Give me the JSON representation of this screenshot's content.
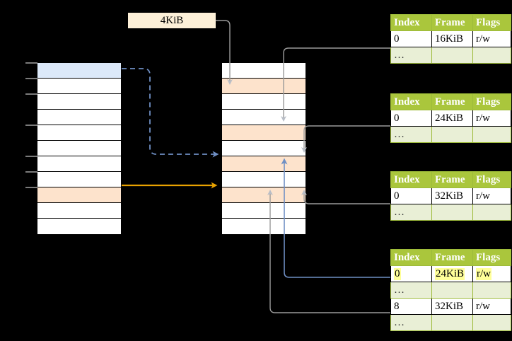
{
  "diagram": {
    "title_label": "4KiB",
    "colors": {
      "background": "#000000",
      "header_green": "#aac63c",
      "row_light_green": "#e9efd6",
      "highlight_yellow": "#ffff99",
      "label_cream": "#fdf0d8",
      "row_blue": "#dce9f9",
      "row_orange": "#fde3cc",
      "arrow_gray": "#b9bec7",
      "arrow_blue": "#6f8fc4",
      "arrow_orange": "#e8a200",
      "wire_gray": "#9a9a9a"
    },
    "left_column": {
      "name": "virtual-address-space",
      "row_count": 11,
      "rows": [
        {
          "fill": "blue"
        },
        {
          "fill": "white"
        },
        {
          "fill": "white"
        },
        {
          "fill": "white"
        },
        {
          "fill": "white"
        },
        {
          "fill": "white"
        },
        {
          "fill": "white"
        },
        {
          "fill": "white"
        },
        {
          "fill": "orange"
        },
        {
          "fill": "white"
        },
        {
          "fill": "white"
        }
      ]
    },
    "middle_column": {
      "name": "physical-memory",
      "row_count": 11,
      "rows": [
        {
          "fill": "white"
        },
        {
          "fill": "orange"
        },
        {
          "fill": "white"
        },
        {
          "fill": "white"
        },
        {
          "fill": "orange"
        },
        {
          "fill": "white"
        },
        {
          "fill": "orange"
        },
        {
          "fill": "white"
        },
        {
          "fill": "orange"
        },
        {
          "fill": "white"
        },
        {
          "fill": "white"
        }
      ]
    },
    "tables": [
      {
        "name": "page-table-level-1",
        "headers": [
          "Index",
          "Frame",
          "Flags"
        ],
        "rows": [
          {
            "cells": [
              "0",
              "16KiB",
              "r/w"
            ],
            "highlight": [
              false,
              false,
              false
            ],
            "ellipsis": false
          },
          {
            "cells": [
              "…",
              "",
              ""
            ],
            "highlight": [
              false,
              false,
              false
            ],
            "ellipsis": true
          }
        ]
      },
      {
        "name": "page-table-level-2",
        "headers": [
          "Index",
          "Frame",
          "Flags"
        ],
        "rows": [
          {
            "cells": [
              "0",
              "24KiB",
              "r/w"
            ],
            "highlight": [
              false,
              false,
              false
            ],
            "ellipsis": false
          },
          {
            "cells": [
              "…",
              "",
              ""
            ],
            "highlight": [
              false,
              false,
              false
            ],
            "ellipsis": true
          }
        ]
      },
      {
        "name": "page-table-level-3",
        "headers": [
          "Index",
          "Frame",
          "Flags"
        ],
        "rows": [
          {
            "cells": [
              "0",
              "32KiB",
              "r/w"
            ],
            "highlight": [
              false,
              false,
              false
            ],
            "ellipsis": false
          },
          {
            "cells": [
              "…",
              "",
              ""
            ],
            "highlight": [
              false,
              false,
              false
            ],
            "ellipsis": true
          }
        ]
      },
      {
        "name": "page-table-level-4",
        "headers": [
          "Index",
          "Frame",
          "Flags"
        ],
        "rows": [
          {
            "cells": [
              "0",
              "24KiB",
              "r/w"
            ],
            "highlight": [
              true,
              true,
              true
            ],
            "ellipsis": false
          },
          {
            "cells": [
              "…",
              "",
              ""
            ],
            "highlight": [
              false,
              false,
              false
            ],
            "ellipsis": true
          },
          {
            "cells": [
              "8",
              "32KiB",
              "r/w"
            ],
            "highlight": [
              false,
              false,
              false
            ],
            "ellipsis": false
          },
          {
            "cells": [
              "…",
              "",
              ""
            ],
            "highlight": [
              false,
              false,
              false
            ],
            "ellipsis": true
          }
        ]
      }
    ]
  }
}
